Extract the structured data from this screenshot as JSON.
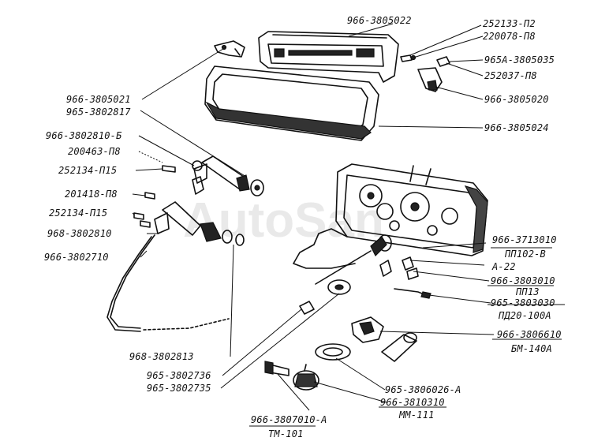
{
  "watermark": "AutoSan",
  "labels": {
    "l_3805022": "966-3805022",
    "l_252133": "252133-П2",
    "l_220078": "220078-П8",
    "l_3805035": "965А-3805035",
    "l_252037": "252037-П8",
    "l_3805020": "966-3805020",
    "l_3805024": "966-3805024",
    "l_3805021": "966-3805021",
    "l_3802817": "965-3802817",
    "l_3802810_6": "966-3802810-Б",
    "l_200463": "200463-П8",
    "l_252134_a": "252134-П15",
    "l_201418": "201418-П8",
    "l_252134_b": "252134-П15",
    "l_968_3802810": "968-3802810",
    "l_3802710": "966-3802710",
    "l_3713010": "966-3713010",
    "l_pp102": "ПП102-В",
    "l_a22": "А-22",
    "l_3803010": "966-3803010",
    "l_pp3": "ПП13",
    "l_3803030": "965-3803030",
    "l_pd20": "ПД20-100А",
    "l_3806610": "966-3806610",
    "l_bm140": "БМ-140А",
    "l_3802813": "968-3802813",
    "l_3802736": "965-3802736",
    "l_3802735": "965-3802735",
    "l_3806026": "965-3806026-А",
    "l_3810310": "966-3810310",
    "l_mm111": "ММ-111",
    "l_3807010": "966-3807010-А",
    "l_tm101": "ТМ-101"
  }
}
